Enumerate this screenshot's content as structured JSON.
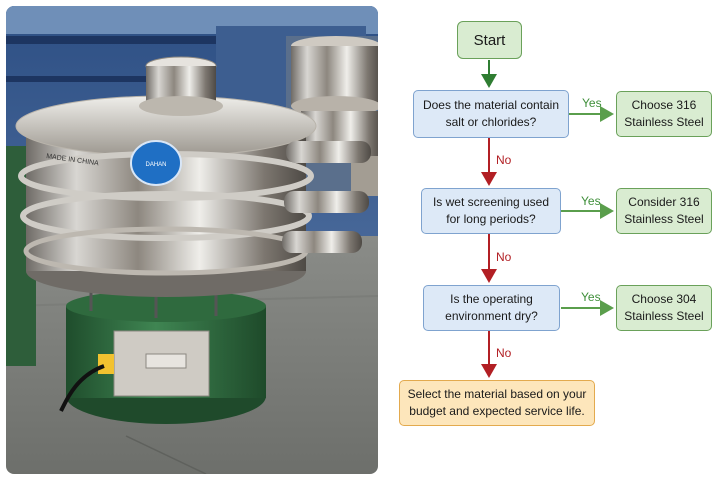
{
  "photo": {
    "plate_text": "MADE IN CHINA",
    "badge_brand": "DAHAN"
  },
  "flowchart": {
    "start": "Start",
    "decisions": [
      {
        "lines": [
          "Does the material contain",
          "salt or chlorides?"
        ],
        "yes_label": "Yes",
        "no_label": "No",
        "outcome": [
          "Choose 316",
          "Stainless Steel"
        ]
      },
      {
        "lines": [
          "Is wet screening used",
          "for long periods?"
        ],
        "yes_label": "Yes",
        "no_label": "No",
        "outcome": [
          "Consider 316",
          "Stainless Steel"
        ]
      },
      {
        "lines": [
          "Is the operating",
          "environment dry?"
        ],
        "yes_label": "Yes",
        "no_label": "No",
        "outcome": [
          "Choose 304",
          "Stainless Steel"
        ]
      }
    ],
    "final": [
      "Select the material based on your",
      "budget and expected service life."
    ]
  },
  "colors": {
    "yes_arrow": "#5a9e4c",
    "no_arrow": "#b21f24",
    "start_arrow": "#2f7d32"
  }
}
